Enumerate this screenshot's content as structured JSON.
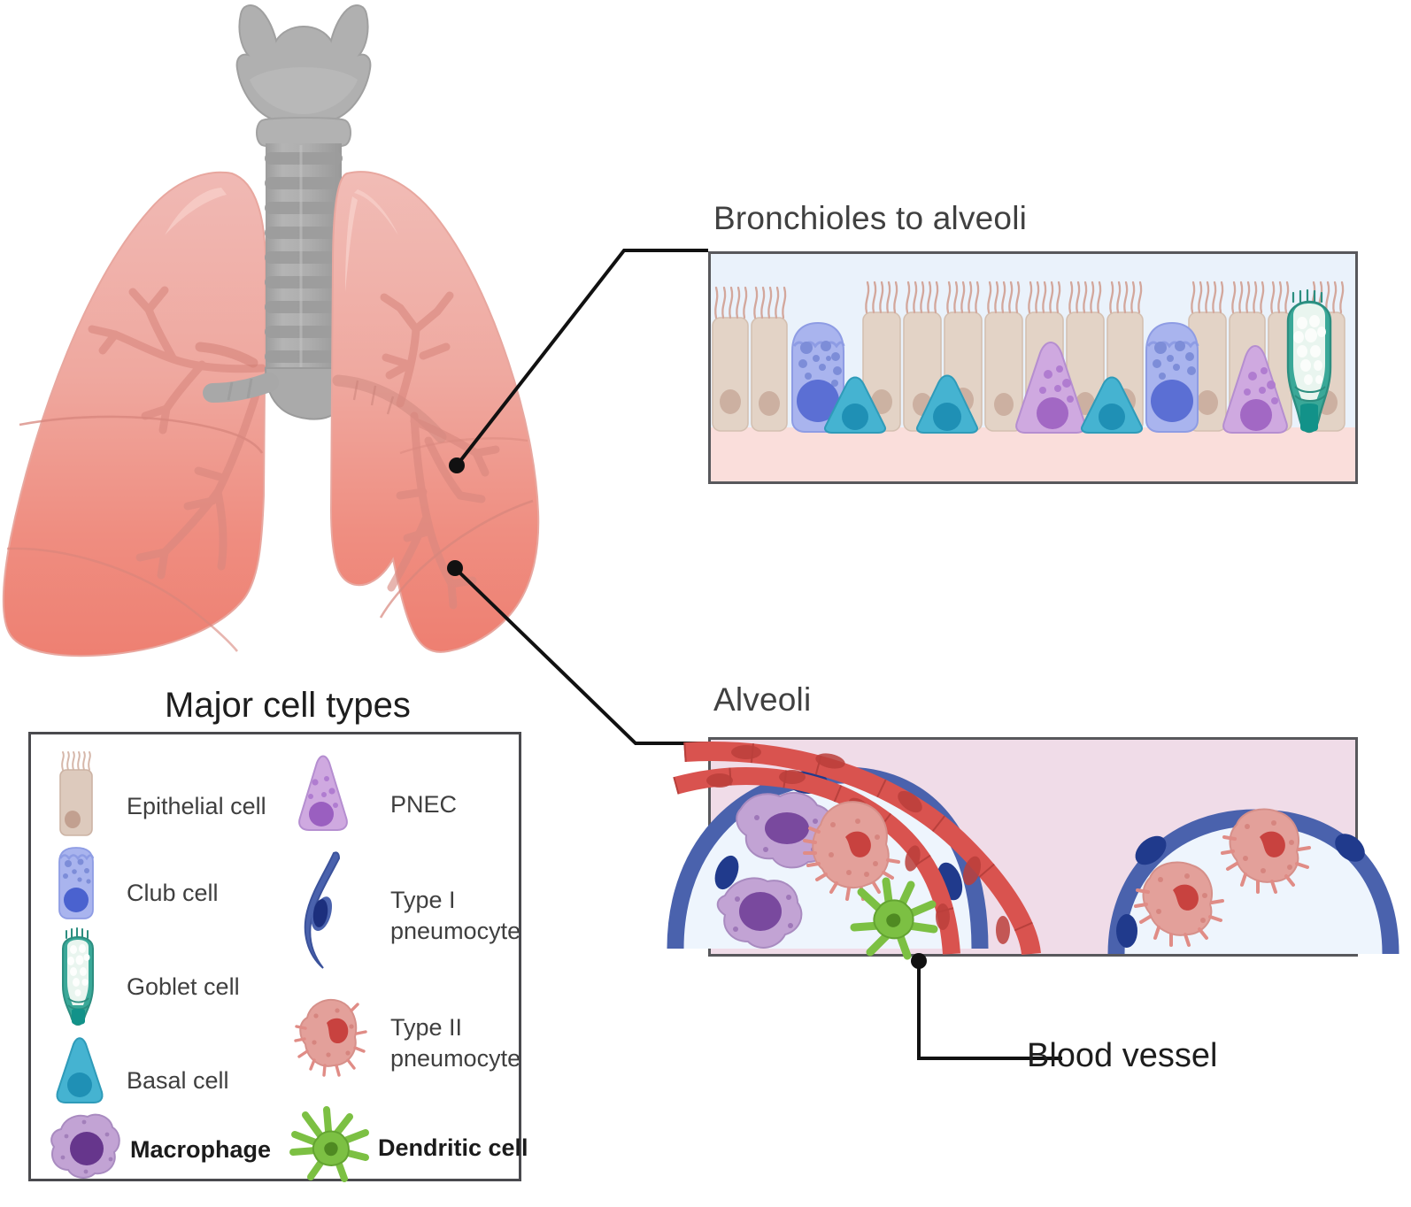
{
  "figure": {
    "subject": "Human lung anatomy and major respiratory cell types",
    "background": "#ffffff"
  },
  "anatomy": {
    "name": "lung-anatomy-illustration",
    "parts": [
      {
        "name": "larynx",
        "color": "#adadad"
      },
      {
        "name": "trachea",
        "color": "#a8a8a8",
        "rings": 11
      },
      {
        "name": "left-lung",
        "color_top": "#efb1ad",
        "color_bottom": "#ef8274"
      },
      {
        "name": "right-lung",
        "color_top": "#efb1ad",
        "color_bottom": "#ef8274"
      },
      {
        "name": "bronchial-tree",
        "color": "#d98d85"
      }
    ]
  },
  "callouts": [
    {
      "name": "callout-bronchioles",
      "target": "bronchioles-panel"
    },
    {
      "name": "callout-alveoli",
      "target": "alveoli-panel"
    }
  ],
  "panels": {
    "bronchioles": {
      "title": "Bronchioles to alveoli",
      "lumen_color": "#eaf2fb",
      "basement_color": "#fadedb",
      "cells": [
        "epithelial cell",
        "epithelial cell",
        "club cell",
        "epithelial cell",
        "epithelial cell",
        "basal cell",
        "epithelial cell",
        "PNEC",
        "basal cell",
        "epithelial cell",
        "basal cell",
        "epithelial cell",
        "club cell",
        "epithelial cell",
        "PNEC",
        "goblet cell",
        "epithelial cell",
        "basal cell",
        "epithelial cell"
      ]
    },
    "alveoli": {
      "title": "Alveoli",
      "interstitium_color": "#f0dce8",
      "airspace_color": "#eef5fd",
      "cells": [
        "type I pneumocyte",
        "type II pneumocyte",
        "macrophage",
        "dendritic cell",
        "blood vessel endothelium"
      ],
      "annotation": {
        "label": "Blood vessel",
        "name": "blood-vessel-callout"
      }
    }
  },
  "legend": {
    "title": "Major cell types",
    "columns": [
      {
        "name": "legend-column-left",
        "items": [
          {
            "icon": "epithelial-cell-icon",
            "label": "Epithelial cell",
            "color": "#d9c3b6",
            "bold": false
          },
          {
            "icon": "club-cell-icon",
            "label": "Club cell",
            "color": "#a8b3ea",
            "bold": false
          },
          {
            "icon": "goblet-cell-icon",
            "label": "Goblet cell",
            "color": "#3aa898",
            "bold": false
          },
          {
            "icon": "basal-cell-icon",
            "label": "Basal cell",
            "color": "#45b3d1",
            "bold": false
          },
          {
            "icon": "macrophage-icon",
            "label": "Macrophage",
            "color": "#bfa0d2",
            "bold": true
          }
        ]
      },
      {
        "name": "legend-column-right",
        "items": [
          {
            "icon": "pnec-icon",
            "label": "PNEC",
            "color": "#cba8dd",
            "bold": false
          },
          {
            "icon": "type-i-pneumocyte-icon",
            "label": "Type I\npneumocyte",
            "color": "#4a62ad",
            "bold": false
          },
          {
            "icon": "type-ii-pneumocyte-icon",
            "label": "Type II\npneumocyte",
            "color": "#e09a95",
            "bold": false
          },
          {
            "icon": "dendritic-cell-icon",
            "label": "Dendritic cell",
            "color": "#7cc043",
            "bold": true
          }
        ]
      }
    ]
  },
  "colors": {
    "lung_light": "#efb2ad",
    "lung_dark": "#ee8173",
    "trachea": "#a9a9a9",
    "epithelium": "#e2d1c5",
    "club": "#a9b4ee",
    "basal": "#45b3d1",
    "pnec": "#cfa9e0",
    "goblet": "#3aa898",
    "endothelium": "#d9534f",
    "typeI": "#4a62ad",
    "typeII": "#e3a09a",
    "macrophage": "#bfa0d2",
    "dendritic": "#7cc043",
    "outline": "#58585c"
  }
}
